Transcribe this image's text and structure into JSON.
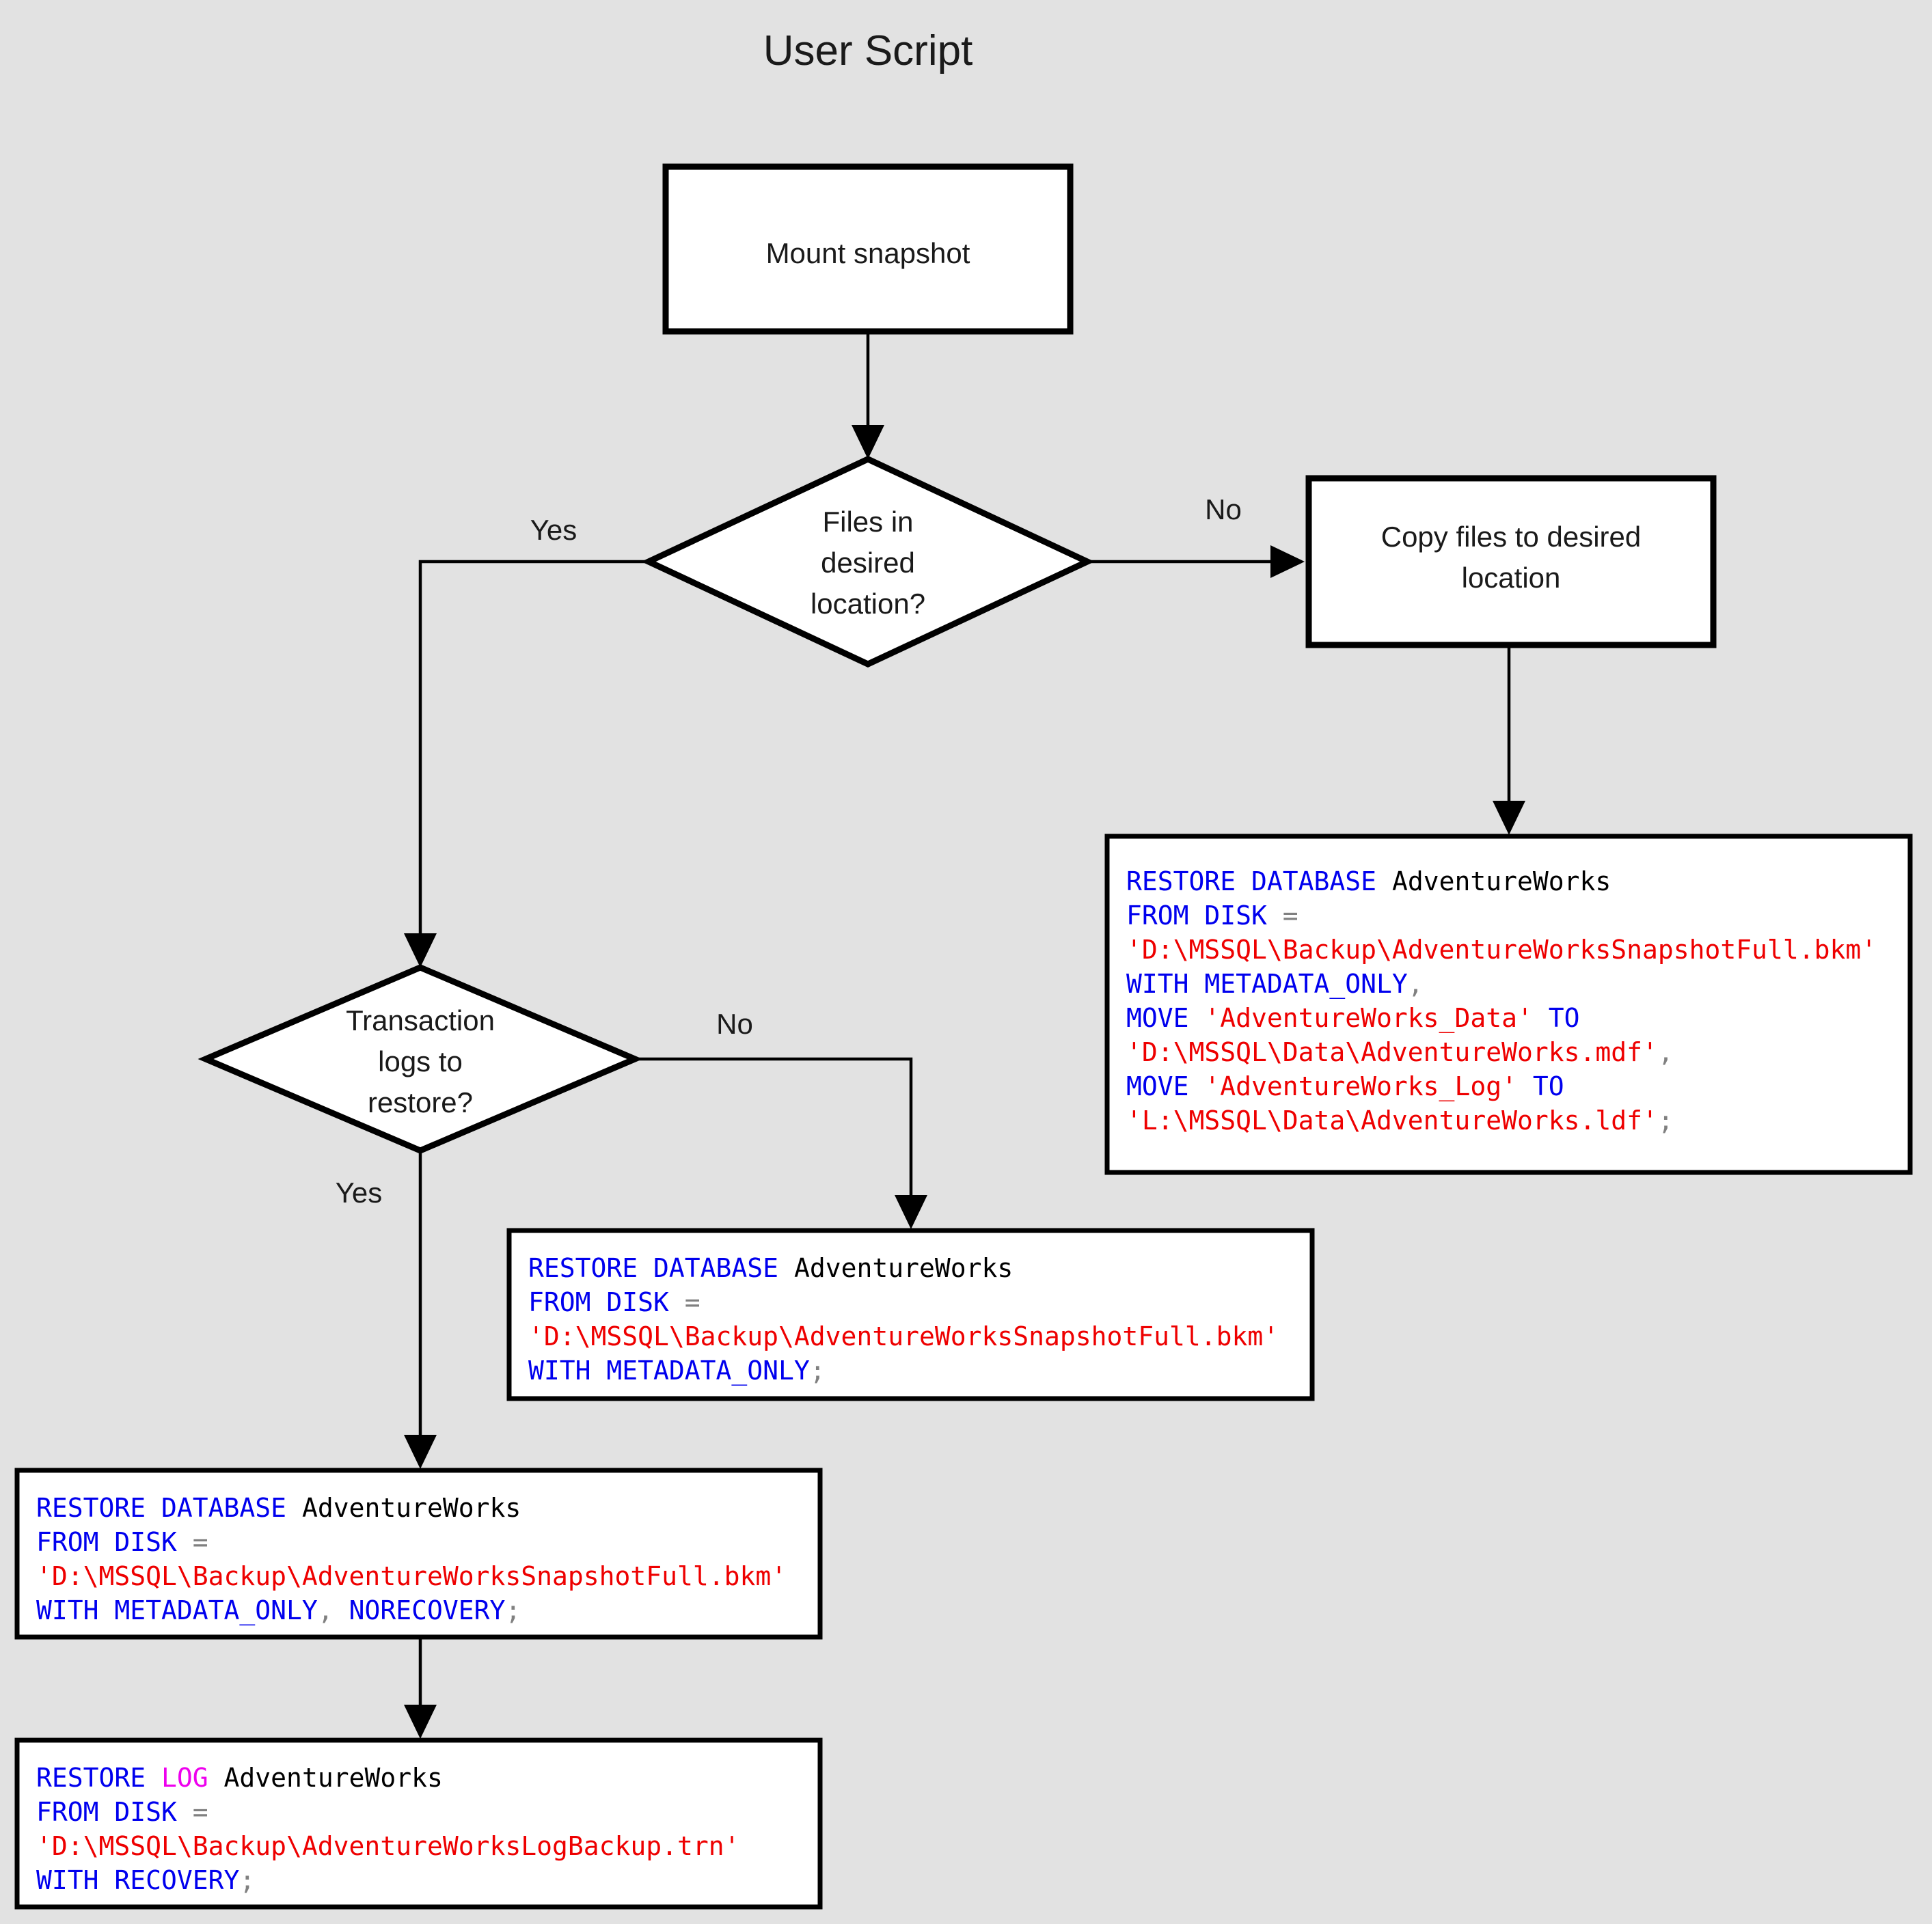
{
  "title": "User Script",
  "background_color": "#e2e2e2",
  "colors": {
    "keyword": "#0000ee",
    "keyword_alt": "#ee00ee",
    "string": "#ee0000",
    "identifier": "#000000",
    "operator": "#808080",
    "shape_fill": "#ffffff",
    "shape_stroke": "#000000"
  },
  "nodes": {
    "mount_snapshot": {
      "label": "Mount snapshot",
      "type": "process"
    },
    "files_in_location": {
      "label_lines": [
        "Files in",
        "desired",
        "location?"
      ],
      "type": "decision"
    },
    "copy_files": {
      "label_lines": [
        "Copy files to desired",
        "location"
      ],
      "type": "process"
    },
    "transaction_logs": {
      "label_lines": [
        "Transaction",
        "logs to",
        "restore?"
      ],
      "type": "decision"
    }
  },
  "edge_labels": {
    "files_yes": "Yes",
    "files_no": "No",
    "logs_no": "No",
    "logs_yes": "Yes"
  },
  "code_blocks": {
    "restore_with_move": {
      "name": "restore-database-with-move",
      "lines": [
        [
          {
            "t": "RESTORE DATABASE ",
            "c": "kw"
          },
          {
            "t": "AdventureWorks",
            "c": "id"
          }
        ],
        [
          {
            "t": "FROM DISK ",
            "c": "kw"
          },
          {
            "t": "=",
            "c": "op"
          }
        ],
        [
          {
            "t": "'D:\\MSSQL\\Backup\\AdventureWorksSnapshotFull.bkm'",
            "c": "str"
          }
        ],
        [
          {
            "t": "WITH METADATA_ONLY",
            "c": "kw"
          },
          {
            "t": ",",
            "c": "punc"
          }
        ],
        [
          {
            "t": "MOVE ",
            "c": "kw"
          },
          {
            "t": "'AdventureWorks_Data'",
            "c": "str"
          },
          {
            "t": " TO",
            "c": "kw"
          }
        ],
        [
          {
            "t": "'D:\\MSSQL\\Data\\AdventureWorks.mdf'",
            "c": "str"
          },
          {
            "t": ",",
            "c": "punc"
          }
        ],
        [
          {
            "t": "MOVE ",
            "c": "kw"
          },
          {
            "t": "'AdventureWorks_Log'",
            "c": "str"
          },
          {
            "t": " TO",
            "c": "kw"
          }
        ],
        [
          {
            "t": "'L:\\MSSQL\\Data\\AdventureWorks.ldf'",
            "c": "str"
          },
          {
            "t": ";",
            "c": "punc"
          }
        ]
      ]
    },
    "restore_metadata_only": {
      "name": "restore-database-metadata-only",
      "lines": [
        [
          {
            "t": "RESTORE DATABASE ",
            "c": "kw"
          },
          {
            "t": "AdventureWorks",
            "c": "id"
          }
        ],
        [
          {
            "t": "FROM DISK ",
            "c": "kw"
          },
          {
            "t": "=",
            "c": "op"
          }
        ],
        [
          {
            "t": "'D:\\MSSQL\\Backup\\AdventureWorksSnapshotFull.bkm'",
            "c": "str"
          }
        ],
        [
          {
            "t": "WITH METADATA_ONLY",
            "c": "kw"
          },
          {
            "t": ";",
            "c": "punc"
          }
        ]
      ]
    },
    "restore_norecovery": {
      "name": "restore-database-norecovery",
      "lines": [
        [
          {
            "t": "RESTORE DATABASE ",
            "c": "kw"
          },
          {
            "t": "AdventureWorks",
            "c": "id"
          }
        ],
        [
          {
            "t": "FROM DISK ",
            "c": "kw"
          },
          {
            "t": "=",
            "c": "op"
          }
        ],
        [
          {
            "t": "'D:\\MSSQL\\Backup\\AdventureWorksSnapshotFull.bkm'",
            "c": "str"
          }
        ],
        [
          {
            "t": "WITH METADATA_ONLY",
            "c": "kw"
          },
          {
            "t": ", ",
            "c": "punc"
          },
          {
            "t": "NORECOVERY",
            "c": "kw"
          },
          {
            "t": ";",
            "c": "punc"
          }
        ]
      ]
    },
    "restore_log": {
      "name": "restore-log-with-recovery",
      "lines": [
        [
          {
            "t": "RESTORE ",
            "c": "kw"
          },
          {
            "t": "LOG",
            "c": "kw2"
          },
          {
            "t": " AdventureWorks",
            "c": "id"
          }
        ],
        [
          {
            "t": "FROM DISK ",
            "c": "kw"
          },
          {
            "t": "=",
            "c": "op"
          }
        ],
        [
          {
            "t": "'D:\\MSSQL\\Backup\\AdventureWorksLogBackup.trn'",
            "c": "str"
          }
        ],
        [
          {
            "t": "WITH RECOVERY",
            "c": "kw"
          },
          {
            "t": ";",
            "c": "punc"
          }
        ]
      ]
    }
  }
}
